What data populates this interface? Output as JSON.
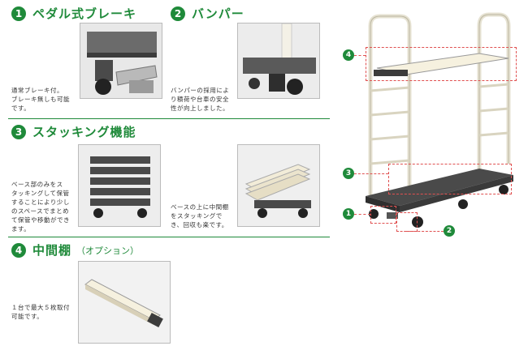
{
  "sections": [
    {
      "num": "1",
      "title": "ペダル式ブレーキ",
      "desc": [
        "通常ブレーキ付。",
        "ブレーキ無しも可能",
        "です。"
      ]
    },
    {
      "num": "2",
      "title": "バンパー",
      "desc": [
        "バンパーの採用によ",
        "り積荷や台車の安全",
        "性が向上しました。"
      ]
    },
    {
      "num": "3",
      "title": "スタッキング機能",
      "desc": [
        "ベース部のみをス",
        "タッキングして保管",
        "することにより少し",
        "のスペースでまとめ",
        "て保管や移動ができ",
        "ます。"
      ],
      "desc2": [
        "ベースの上に中間棚",
        "をスタッキングで",
        "き、回収も楽です。"
      ]
    },
    {
      "num": "4",
      "title": "中間棚",
      "subtitle": "（オプション）",
      "desc": [
        "１台で最大５枚取付",
        "可能です。"
      ]
    }
  ],
  "callouts": [
    "4",
    "3",
    "1",
    "2"
  ],
  "colors": {
    "accent": "#1f8a3a",
    "callout_line": "#e05050"
  }
}
